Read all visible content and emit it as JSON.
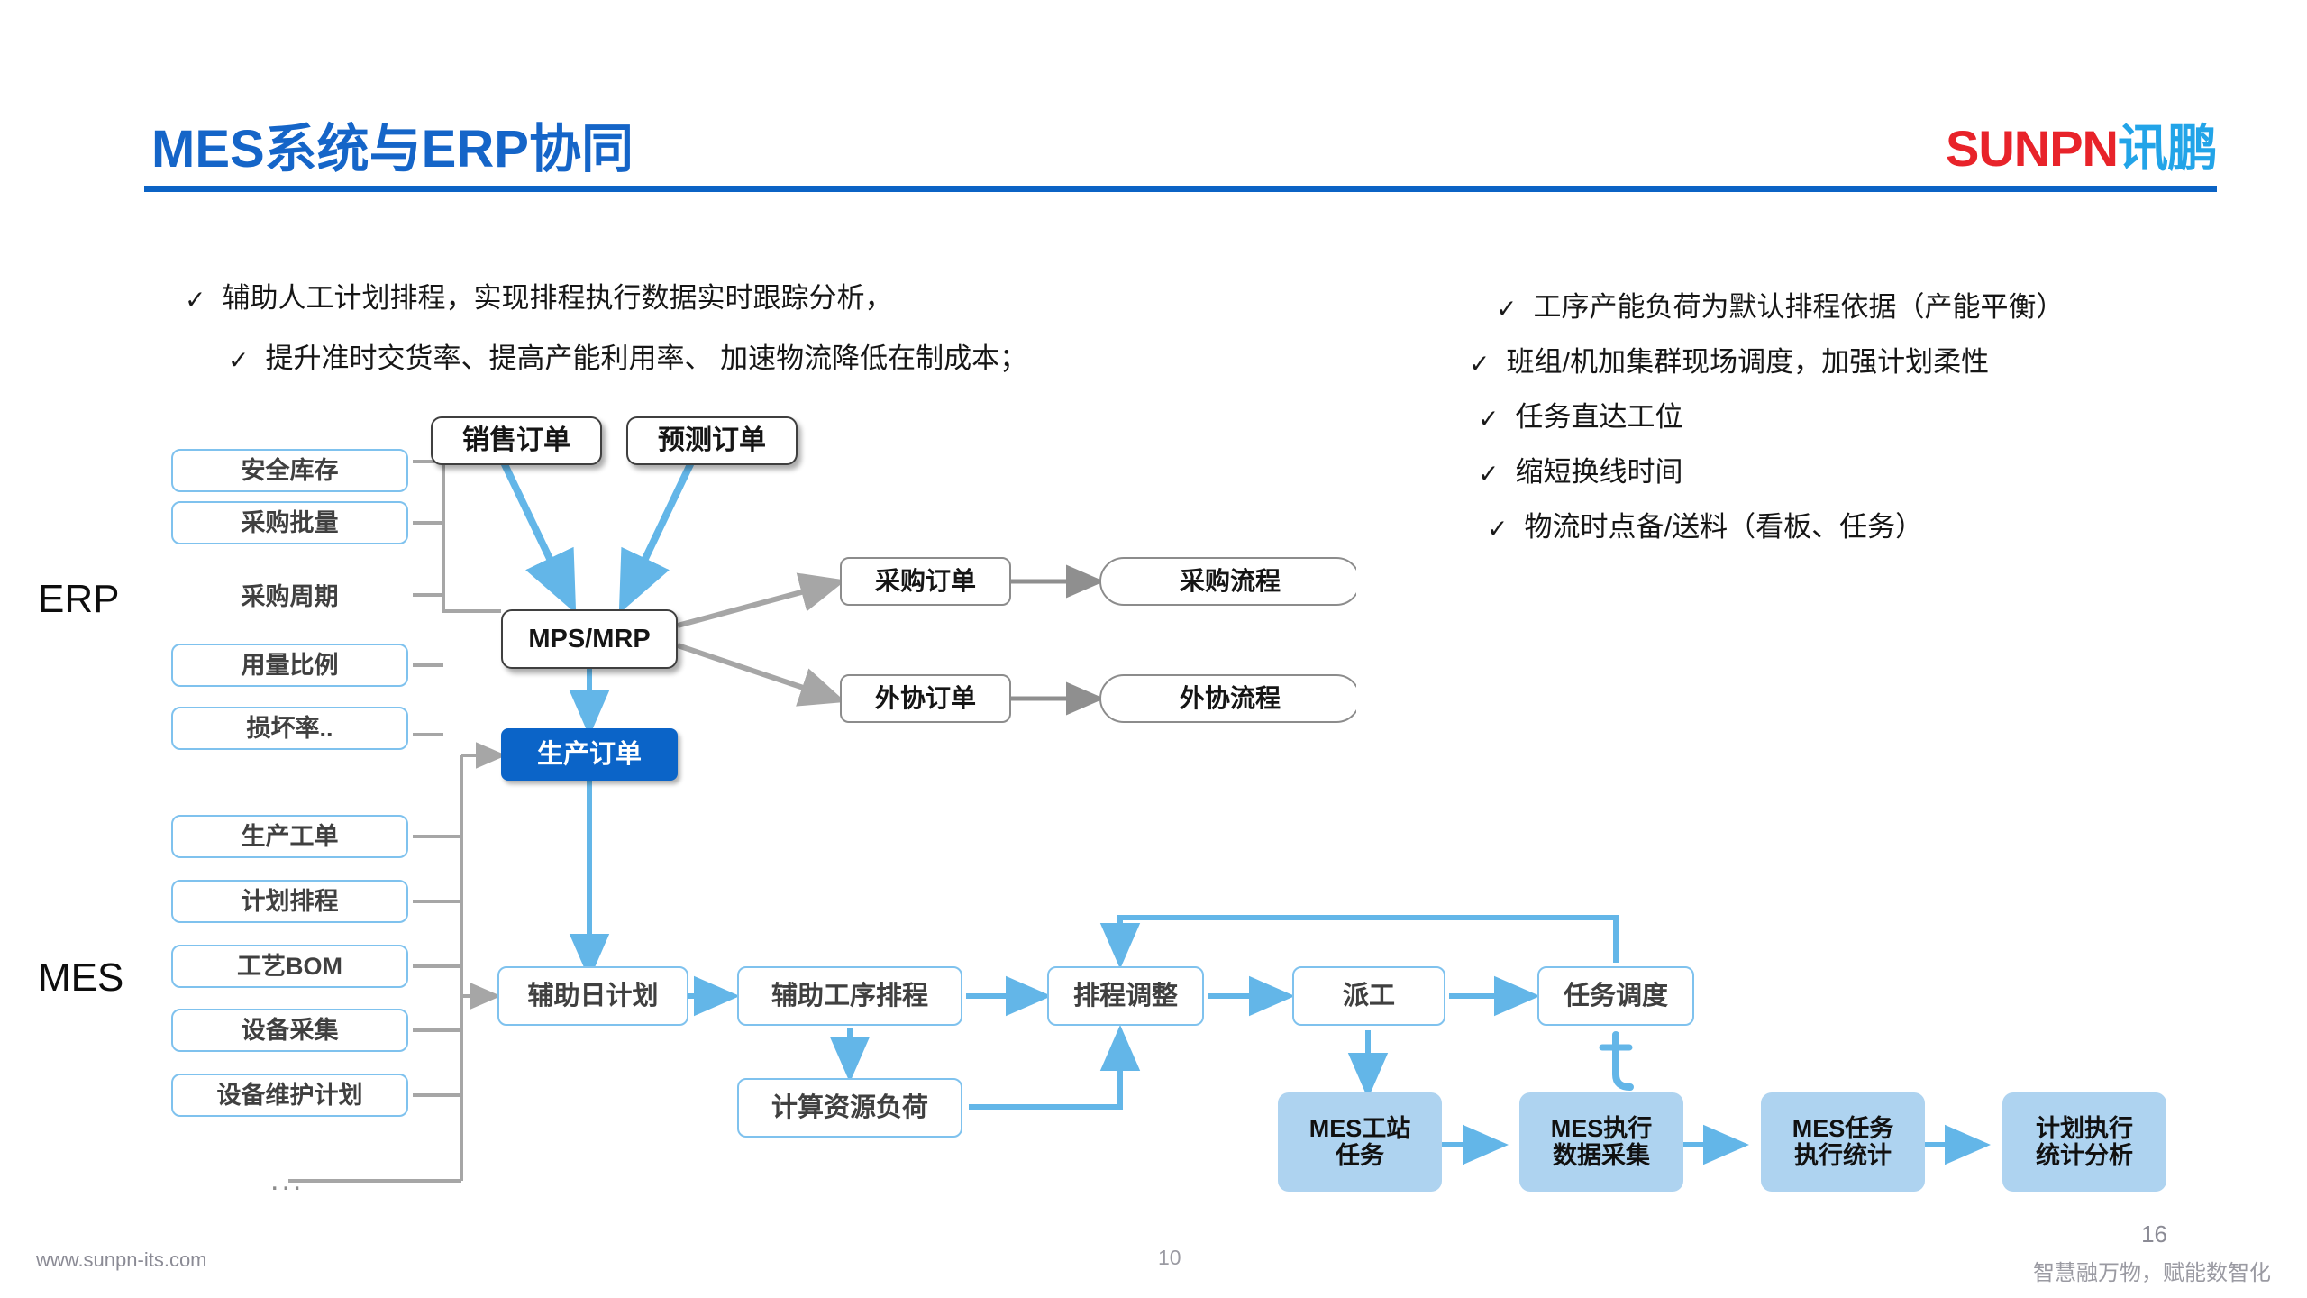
{
  "header": {
    "title": "MES系统与ERP协同",
    "logo_primary": "SUNPN",
    "logo_secondary": "讯鹏",
    "colors": {
      "title": "#1565c8",
      "rule": "#0b63c5",
      "logo_red": "#e8232a",
      "logo_blue": "#22a4e8"
    }
  },
  "bullets": {
    "check_glyph": "✓",
    "left": [
      "辅助人工计划排程，实现排程执行数据实时跟踪分析，",
      "提升准时交货率、提高产能利用率、 加速物流降低在制成本；"
    ],
    "right": [
      "工序产能负荷为默认排程依据（产能平衡）",
      "班组/机加集群现场调度，加强计划柔性",
      "任务直达工位",
      "缩短换线时间",
      "物流时点备/送料（看板、任务）"
    ]
  },
  "diagram": {
    "side_labels": {
      "erp": "ERP",
      "mes": "MES"
    },
    "ellipsis": "...",
    "erp_items": [
      {
        "label": "安全库存",
        "style": "outline"
      },
      {
        "label": "采购批量",
        "style": "outline"
      },
      {
        "label": "采购周期",
        "style": "plain"
      },
      {
        "label": "用量比例",
        "style": "outline"
      },
      {
        "label": "损坏率..",
        "style": "outline"
      }
    ],
    "mes_items": [
      {
        "label": "生产工单",
        "style": "outline"
      },
      {
        "label": "计划排程",
        "style": "outline"
      },
      {
        "label": "工艺BOM",
        "style": "outline"
      },
      {
        "label": "设备采集",
        "style": "outline"
      },
      {
        "label": "设备维护计划",
        "style": "outline"
      }
    ],
    "top_orders": [
      {
        "label": "销售订单"
      },
      {
        "label": "预测订单"
      }
    ],
    "planner": {
      "label": "MPS/MRP"
    },
    "production_order": {
      "label": "生产订单",
      "fill": "#0b64c8",
      "text": "#ffffff"
    },
    "purchase_chain": [
      {
        "order": "采购订单",
        "process": "采购流程"
      },
      {
        "order": "外协订单",
        "process": "外协流程"
      }
    ],
    "flow_row": [
      {
        "label": "辅助日计划"
      },
      {
        "label": "辅助工序排程"
      },
      {
        "label": "排程调整"
      },
      {
        "label": "派工"
      },
      {
        "label": "任务调度"
      }
    ],
    "resource_load": {
      "label": "计算资源负荷"
    },
    "exec_row": [
      {
        "line1": "MES工站",
        "line2": "任务"
      },
      {
        "line1": "MES执行",
        "line2": "数据采集"
      },
      {
        "line1": "MES任务",
        "line2": "执行统计"
      },
      {
        "line1": "计划执行",
        "line2": "统计分析"
      }
    ],
    "colors": {
      "light_fill": "#aed3f0",
      "light_stroke": "#7fc2ee",
      "gray_stroke": "#8c8c8c",
      "blue_arrow": "#63b6e8"
    }
  },
  "footer": {
    "url": "www.sunpn-its.com",
    "page_center": "10",
    "slide_number": "16",
    "slogan": "智慧融万物，赋能数智化"
  }
}
